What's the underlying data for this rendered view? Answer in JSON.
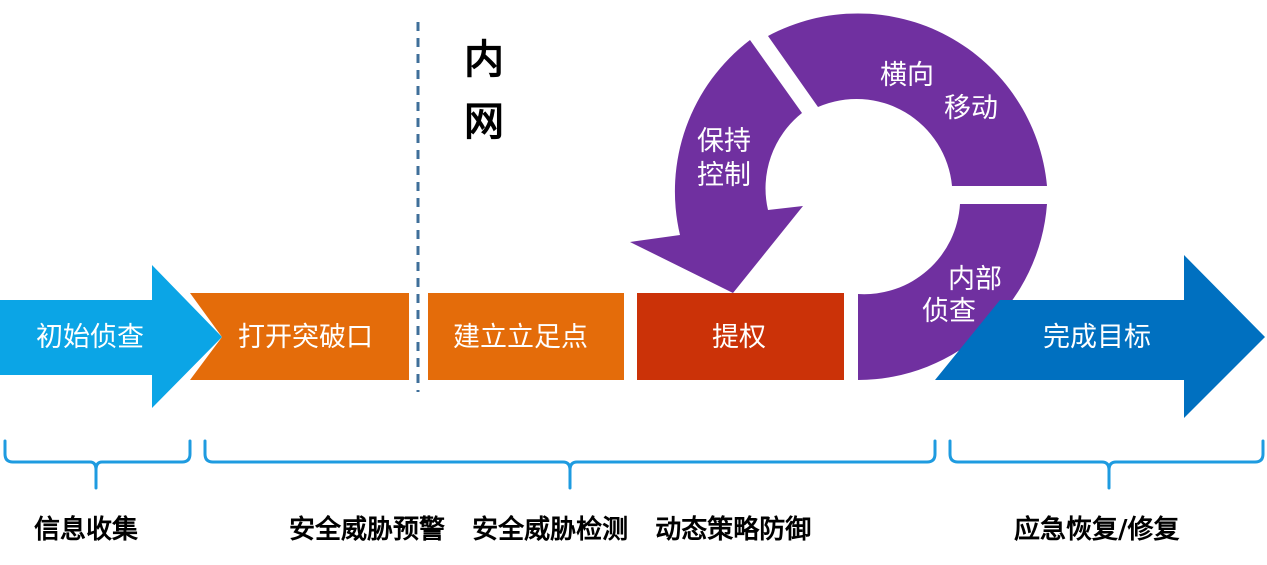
{
  "colors": {
    "start_arrow": "#0BA5E6",
    "orange": "#E46C0A",
    "privesc": "#CB3208",
    "cycle": "#7030A0",
    "end_arrow": "#0070C0",
    "bracket": "#1E9BE0",
    "divider": "#3F6F9A"
  },
  "zone_label": {
    "line1": "内",
    "line2": "网"
  },
  "steps": {
    "recon": "初始侦查",
    "breach": "打开突破口",
    "foothold": "建立立足点",
    "privesc": "提权",
    "goal": "完成目标"
  },
  "cycle": {
    "lateral": {
      "line1": "横向",
      "line2": "移动"
    },
    "persistence": {
      "line1": "保持",
      "line2": "控制"
    },
    "internal_recon": {
      "line1": "内部",
      "line2": "侦查"
    }
  },
  "phases": {
    "info_collection": "信息收集",
    "defense": "安全威胁预警   安全威胁检测   动态策略防御",
    "recovery": "应急恢复/修复"
  }
}
